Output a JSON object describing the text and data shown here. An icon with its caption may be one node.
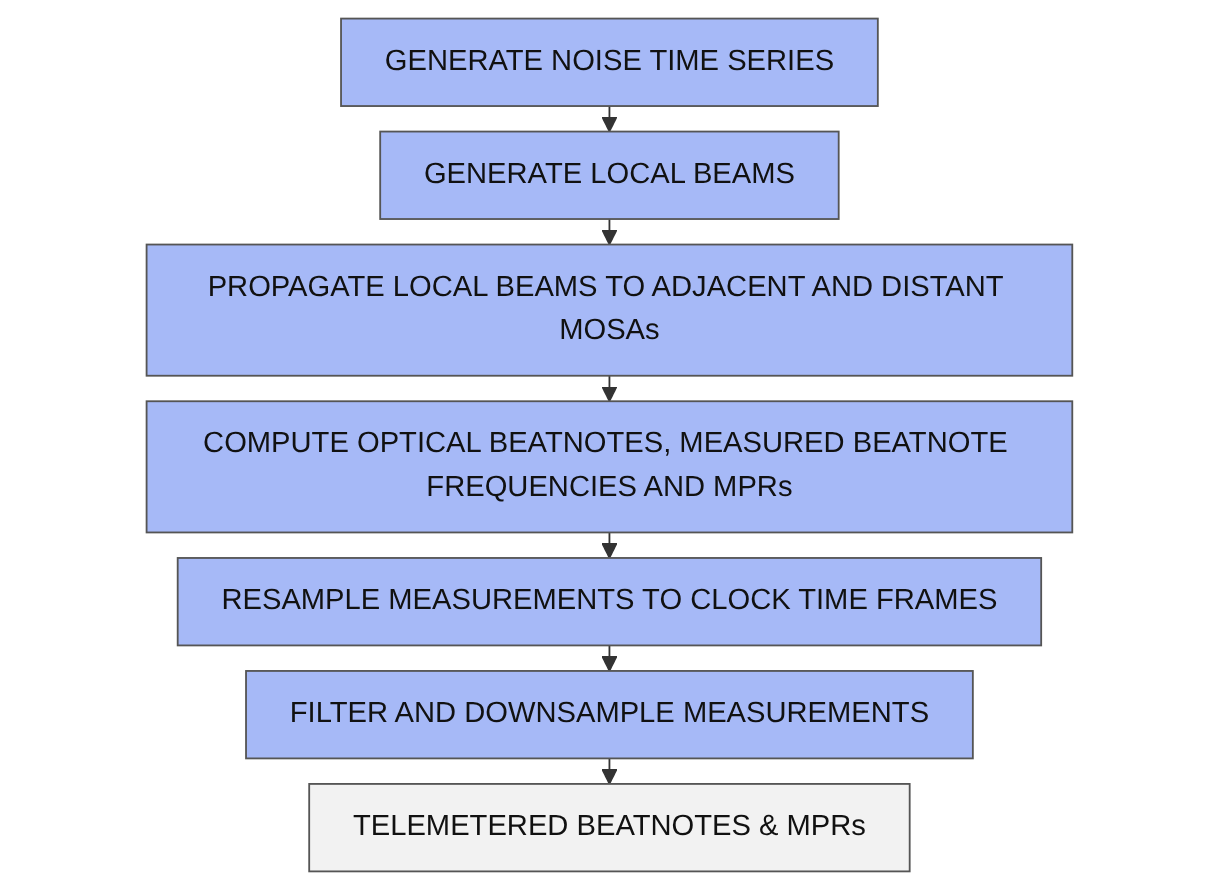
{
  "diagram": {
    "nodes": [
      {
        "text": [
          "GENERATE NOISE TIME SERIES"
        ]
      },
      {
        "text": [
          "GENERATE LOCAL BEAMS"
        ]
      },
      {
        "text": [
          "PROPAGATE LOCAL BEAMS TO ADJACENT AND DISTANT MOSAs"
        ]
      },
      {
        "text": [
          "COMPUTE OPTICAL BEATNOTES, MEASURED BEATNOTE FREQUENCIES AND MPRs"
        ]
      },
      {
        "text": [
          "RESAMPLE MEASUREMENTS TO CLOCK TIME FRAMES"
        ]
      },
      {
        "text": [
          "FILTER AND DOWNSAMPLE MEASUREMENTS"
        ]
      },
      {
        "text": [
          "TELEMETERED BEATNOTES & MPRs"
        ]
      }
    ],
    "edges": [
      {
        "from": 0,
        "to": 1,
        "arrow": "to"
      },
      {
        "from": 1,
        "to": 2,
        "arrow": "to"
      },
      {
        "from": 2,
        "to": 3,
        "arrow": "to"
      },
      {
        "from": 3,
        "to": 4,
        "arrow": "to"
      },
      {
        "from": 4,
        "to": 5,
        "arrow": "to"
      },
      {
        "from": 5,
        "to": 6,
        "arrow": "to"
      }
    ]
  }
}
